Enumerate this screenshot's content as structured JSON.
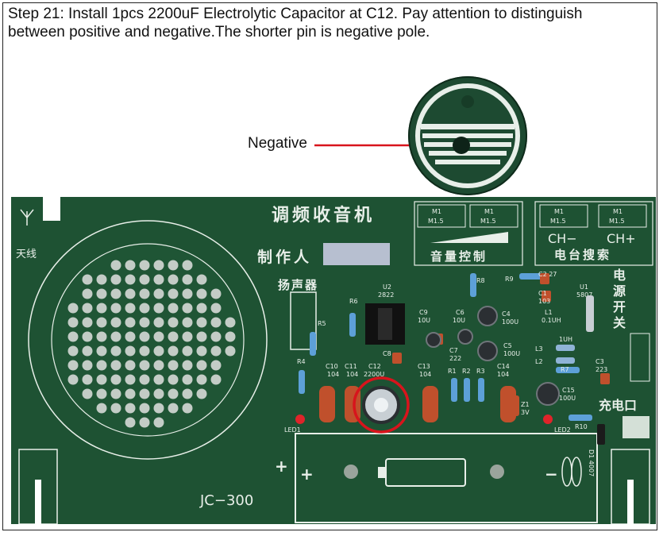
{
  "caption": {
    "line1": "Step 21: Install 1pcs 2200uF Electrolytic Capacitor at C12. Pay attention to distinguish",
    "line2": "between positive and negative.The shorter pin is negative pole."
  },
  "callout": {
    "label": "Negative",
    "arrow_color": "#d8141c"
  },
  "colors": {
    "pcb": "#1e5233",
    "silk": "#e8efe9",
    "highlight": "#d8141c",
    "resistor": "#5da0d8",
    "capacitor": "#c0502c"
  },
  "board": {
    "title": "调频收音机",
    "maker_label": "制作人",
    "speaker_label": "扬声器",
    "antenna_label": "天线",
    "volume_label": "音量控制",
    "tuning_label": "电台搜索",
    "ch_minus": "CH−",
    "ch_plus": "CH+",
    "power_switch_label": "电源开关",
    "charge_label": "充电口",
    "model": "JC−300",
    "m1": "M1",
    "m15": "M1.5",
    "plus": "+",
    "minus": "−",
    "ic_u2": "U2",
    "ic_u2_num": "2822",
    "ic_u1": "U1",
    "ic_u1_num": "5807",
    "labels": {
      "r8": "R8",
      "r9": "R9",
      "r6": "R6",
      "r5": "R5",
      "r4": "R4",
      "c2": "C2 27",
      "c1": "C1",
      "c1v": "103",
      "c9": "C9",
      "c9v": "10U",
      "c6": "C6",
      "c6v": "10U",
      "c4": "C4",
      "c4v": "100U",
      "l1": "L1",
      "l1v": "0.1UH",
      "c8": "C8",
      "c7": "C7",
      "c7v": "222",
      "c5": "C5",
      "c5v": "100U",
      "l3": "L3",
      "l2": "L2",
      "l3v": "1UH",
      "r7": "R7",
      "c3": "C3",
      "c3v": "223",
      "c10": "C10",
      "c10v": "104",
      "c11": "C11",
      "c11v": "104",
      "c12": "C12",
      "c12v": "2200U",
      "c13": "C13",
      "c13v": "104",
      "r1": "R1",
      "r2": "R2",
      "r3": "R3",
      "c14": "C14",
      "c14v": "104",
      "z1": "Z1",
      "z1v": "3V",
      "c15": "C15",
      "c15v": "100U",
      "led1": "LED1",
      "led2": "LED2",
      "r10": "R10",
      "d1": "D1 4007"
    }
  }
}
